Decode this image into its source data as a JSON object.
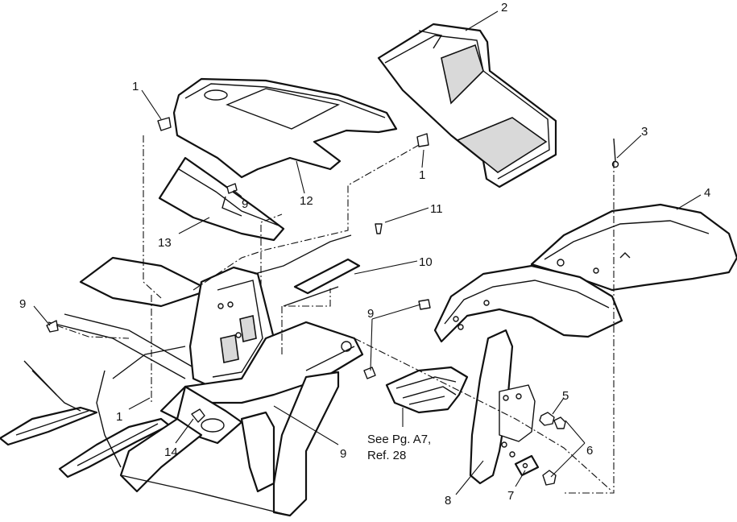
{
  "callouts": {
    "c1_top_left": "1",
    "c2": "2",
    "c3": "3",
    "c4": "4",
    "c1_mid": "1",
    "c11": "11",
    "c10": "10",
    "c12": "12",
    "c9_upper": "9",
    "c13": "13",
    "c9_left": "9",
    "c9_center": "9",
    "c5": "5",
    "c6": "6",
    "c1_bottom": "1",
    "c14": "14",
    "c9_bottom": "9",
    "c8": "8",
    "c7": "7"
  },
  "note": {
    "line1": "See Pg. A7,",
    "line2": "Ref. 28"
  }
}
